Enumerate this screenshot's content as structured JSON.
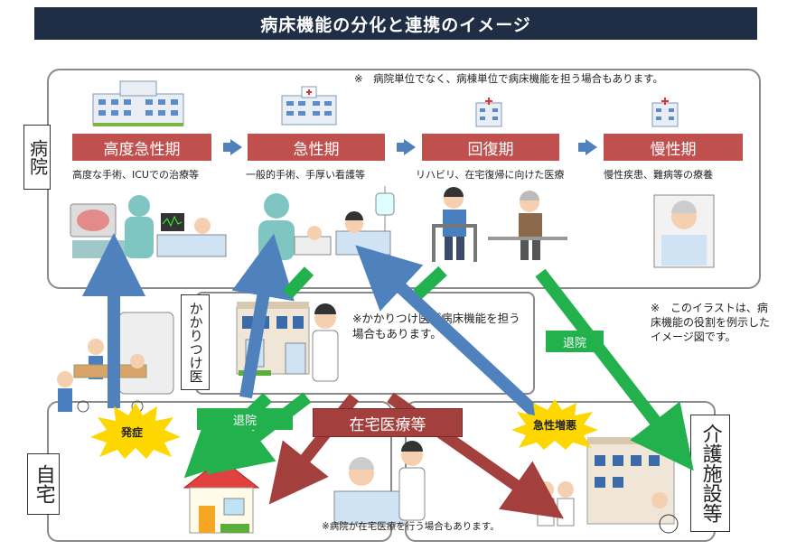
{
  "title": "病床機能の分化と連携のイメージ",
  "hospital": {
    "label": "病院",
    "note": "※　病院単位でなく、病棟単位で病床機能を担う場合もあります。",
    "stages": [
      {
        "name": "高度急性期",
        "desc": "高度な手術、ICUでの治療等"
      },
      {
        "name": "急性期",
        "desc": "一般的手術、手厚い看護等"
      },
      {
        "name": "回復期",
        "desc": "リハビリ、在宅復帰に向けた医療"
      },
      {
        "name": "慢性期",
        "desc": "慢性疾患、難病等の療養"
      }
    ]
  },
  "clinic": {
    "label": "かかりつけ医",
    "note": "※かかりつけ医が病床機能を担う場合もあります。"
  },
  "side_note": "※　このイラストは、病床機能の役割を例示したイメージ図です。",
  "home": {
    "label": "自宅",
    "home_care_label": "在宅医療等",
    "home_care_note": "※病院が在宅医療を行う場合もあります。"
  },
  "care_facility": {
    "label": "介護施設等"
  },
  "bursts": {
    "onset": "発症",
    "acute_exacerbation": "急性増悪"
  },
  "discharge_labels": {
    "left": "退院",
    "right": "退院"
  },
  "colors": {
    "banner": "#1f2d45",
    "stage": "#c0504d",
    "blue_arrow": "#4f81bd",
    "green_arrow": "#22b14c",
    "red_arrow": "#a3403e",
    "burst": "#ffd700"
  }
}
